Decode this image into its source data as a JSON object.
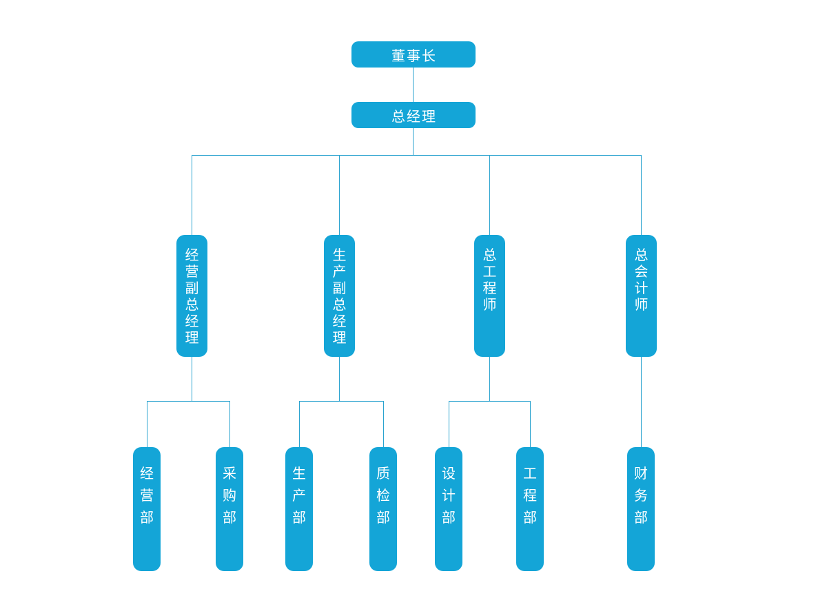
{
  "diagram": {
    "type": "org-chart",
    "nodes": {
      "chairman": {
        "label": "董事长",
        "level": 1,
        "orientation": "horizontal"
      },
      "general_manager": {
        "label": "总经理",
        "level": 2,
        "orientation": "horizontal"
      },
      "vp_operations": {
        "label": "经营副总经理",
        "level": 3,
        "orientation": "vertical"
      },
      "vp_production": {
        "label": "生产副总经理",
        "level": 3,
        "orientation": "vertical"
      },
      "chief_engineer": {
        "label": "总工程师",
        "level": 3,
        "orientation": "vertical"
      },
      "chief_accountant": {
        "label": "总会计师",
        "level": 3,
        "orientation": "vertical"
      },
      "dept_operations": {
        "label": "经营部",
        "level": 4,
        "orientation": "vertical"
      },
      "dept_purchasing": {
        "label": "采购部",
        "level": 4,
        "orientation": "vertical"
      },
      "dept_production": {
        "label": "生产部",
        "level": 4,
        "orientation": "vertical"
      },
      "dept_quality": {
        "label": "质检部",
        "level": 4,
        "orientation": "vertical"
      },
      "dept_design": {
        "label": "设计部",
        "level": 4,
        "orientation": "vertical"
      },
      "dept_engineering": {
        "label": "工程部",
        "level": 4,
        "orientation": "vertical"
      },
      "dept_finance": {
        "label": "财务部",
        "level": 4,
        "orientation": "vertical"
      }
    },
    "edges": [
      [
        "董事长",
        "总经理"
      ],
      [
        "总经理",
        "经营副总经理"
      ],
      [
        "总经理",
        "生产副总经理"
      ],
      [
        "总经理",
        "总工程师"
      ],
      [
        "总经理",
        "总会计师"
      ],
      [
        "经营副总经理",
        "经营部"
      ],
      [
        "经营副总经理",
        "采购部"
      ],
      [
        "生产副总经理",
        "生产部"
      ],
      [
        "生产副总经理",
        "质检部"
      ],
      [
        "总工程师",
        "设计部"
      ],
      [
        "总工程师",
        "工程部"
      ],
      [
        "总会计师",
        "财务部"
      ]
    ],
    "colors": {
      "node_fill": "#14a5d7",
      "connector": "#2aa3cf",
      "node_text": "#ffffff",
      "background": "#ffffff"
    }
  }
}
